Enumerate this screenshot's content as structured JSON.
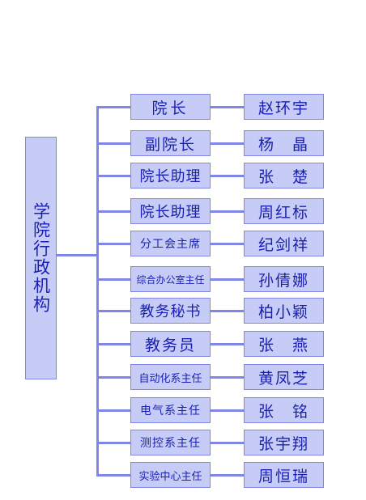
{
  "org_chart": {
    "root": "学院行政机构",
    "rows": [
      {
        "position": "院长",
        "name": "赵环宇"
      },
      {
        "position": "副院长",
        "name": "杨　晶"
      },
      {
        "position": "院长助理",
        "name": "张　楚"
      },
      {
        "position": "院长助理",
        "name": "周红标"
      },
      {
        "position": "分工会主席",
        "name": "纪剑祥"
      },
      {
        "position": "综合办公室主任",
        "name": "孙倩娜"
      },
      {
        "position": "教务秘书",
        "name": "柏小颖"
      },
      {
        "position": "教务员",
        "name": "张　燕"
      },
      {
        "position": "自动化系主任",
        "name": "黄凤芝"
      },
      {
        "position": "电气系主任",
        "name": "张　铭"
      },
      {
        "position": "测控系主任",
        "name": "张宇翔"
      },
      {
        "position": "实验中心主任",
        "name": "周恒瑞"
      }
    ]
  },
  "colors": {
    "box_fill": "#c6ccf6",
    "box_border": "#7f86e6",
    "text": "#1a1fb3",
    "connector": "#7f86e6"
  }
}
